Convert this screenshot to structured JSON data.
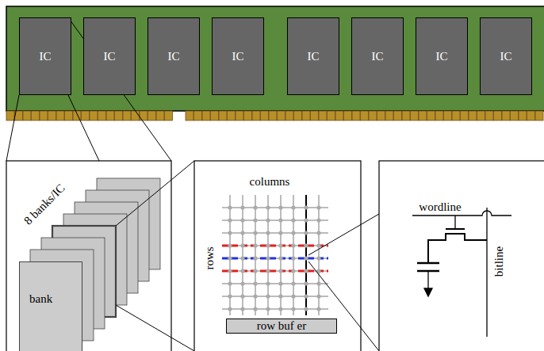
{
  "diagram": {
    "nodes": [
      {
        "text": [
          "IC"
        ]
      },
      {
        "text": [
          "IC"
        ]
      },
      {
        "text": [
          "IC"
        ]
      },
      {
        "text": [
          "IC"
        ]
      },
      {
        "text": [
          "IC"
        ]
      },
      {
        "text": [
          "IC"
        ]
      },
      {
        "text": [
          "IC"
        ]
      },
      {
        "text": [
          "IC"
        ]
      },
      {
        "text": [
          "bank"
        ]
      },
      {
        "text": [
          "row buf er"
        ]
      }
    ],
    "labels": [
      "8 banks/IC",
      "columns",
      "rows",
      "wordline",
      "bitline"
    ]
  }
}
